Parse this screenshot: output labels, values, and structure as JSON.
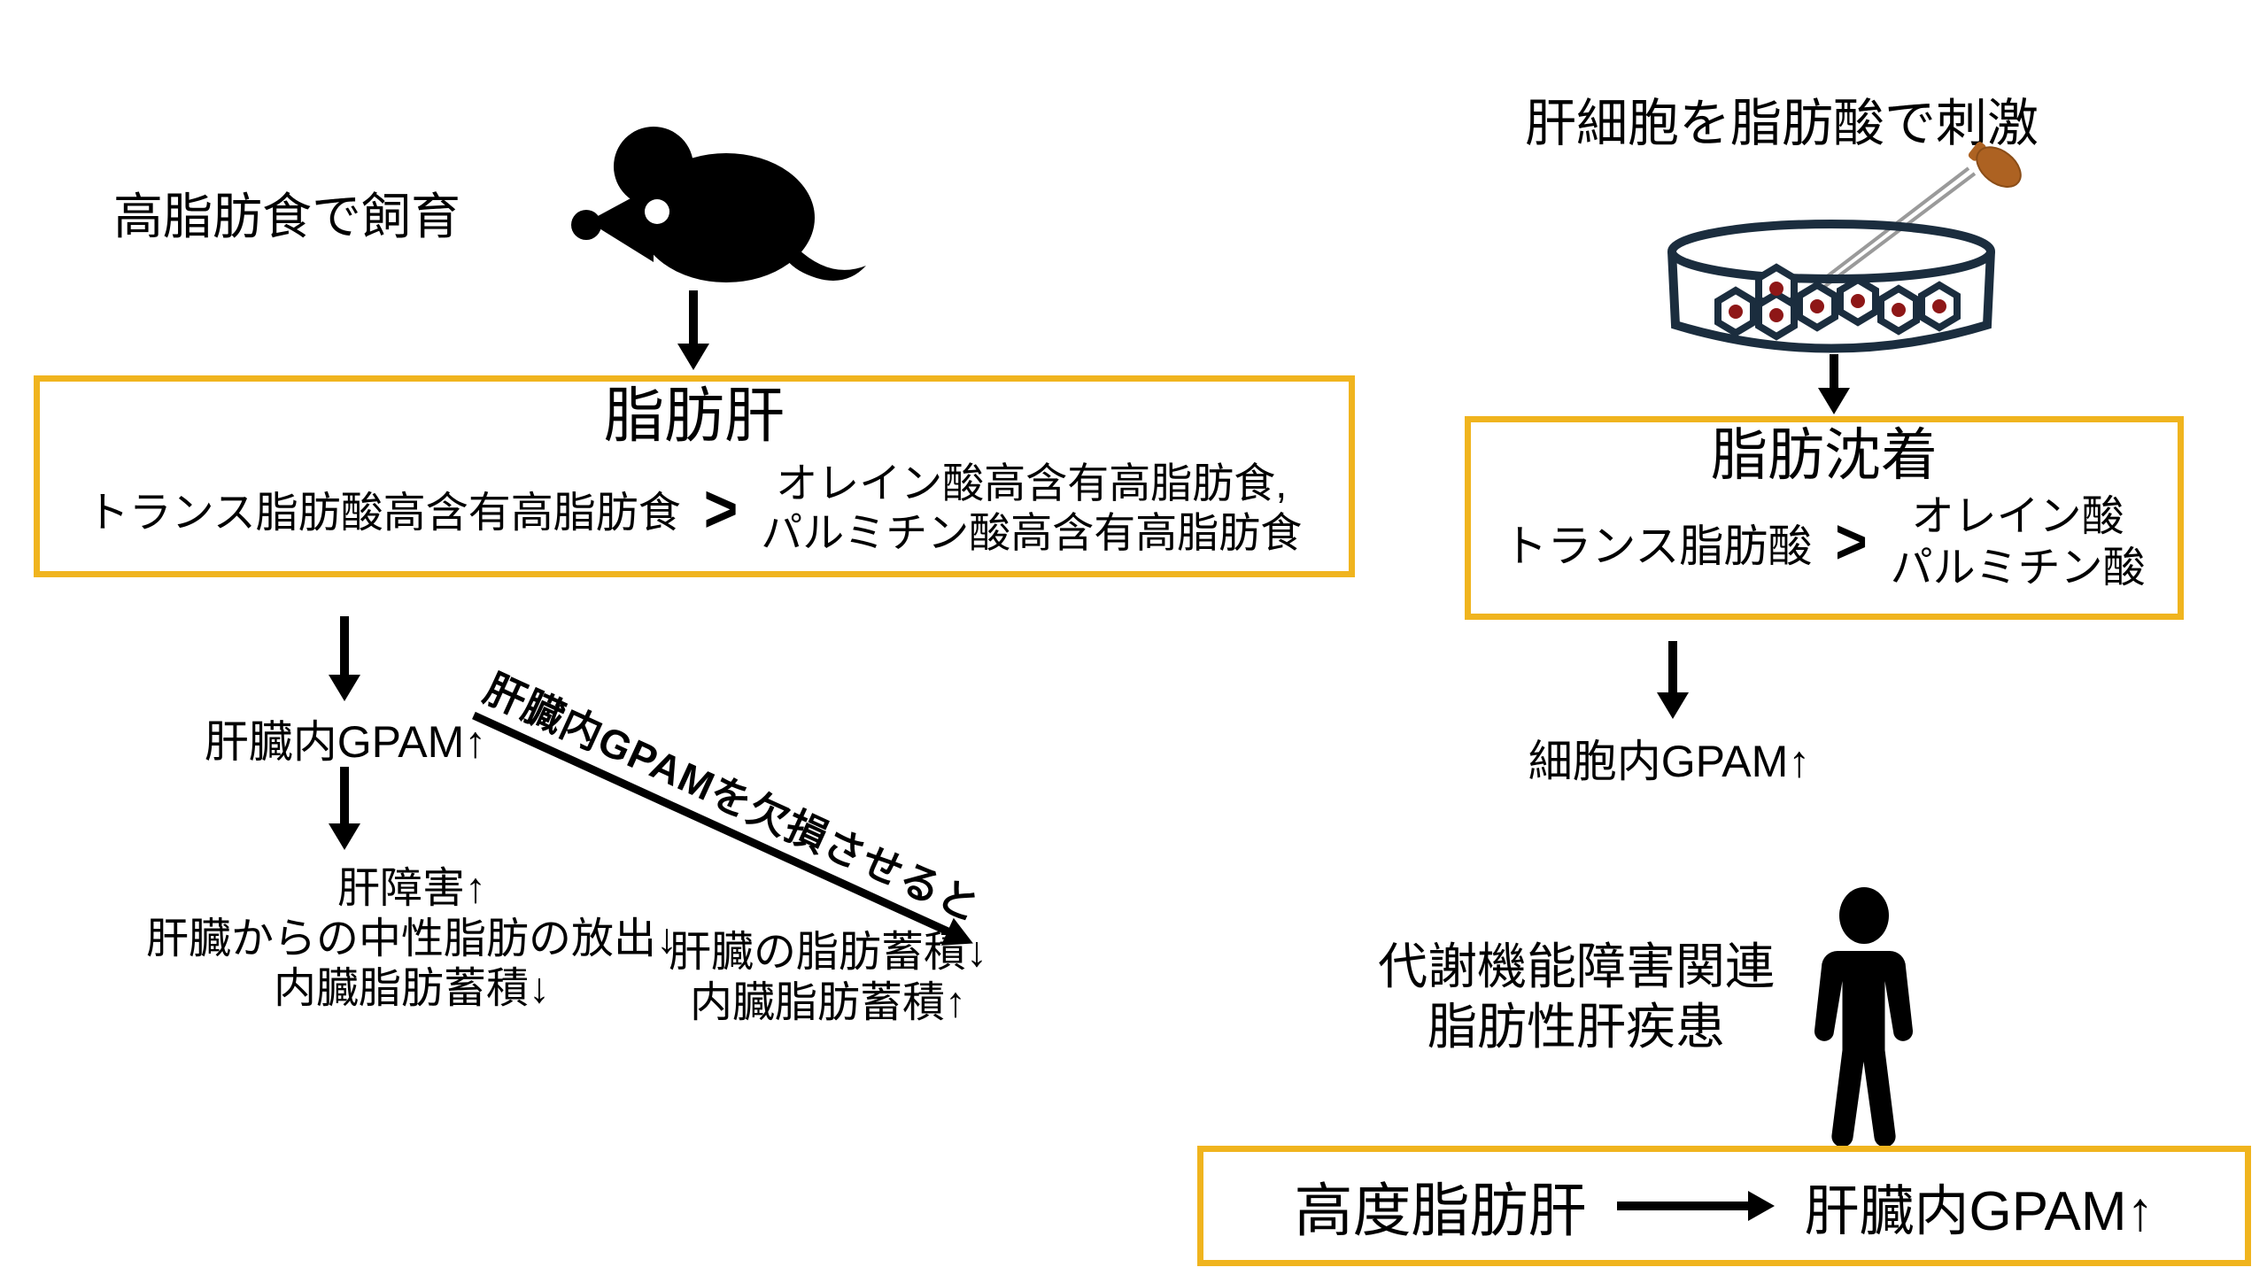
{
  "colors": {
    "accent_yellow": "#F0B41E",
    "text_black": "#000000",
    "dish_navy": "#1B2D3E",
    "cell_dot_red": "#8E1717",
    "dropper_brown": "#AD6222",
    "dropper_stem_gray": "#9A9A9A"
  },
  "left_flow": {
    "feeding_label": "高脂肪食で飼育",
    "fatty_liver_box": {
      "title": "脂肪肝",
      "left_item": "トランス脂肪酸高含有高脂肪食",
      "comparator": ">",
      "right_item_line1": "オレイン酸高含有高脂肪食,",
      "right_item_line2": "パルミチン酸高含有高脂肪食"
    },
    "gpam_up": "肝臓内GPAM↑",
    "outcomes": [
      "肝障害↑",
      "肝臓からの中性脂肪の放出↓",
      "内臓脂肪蓄積↓"
    ],
    "knockout_arrow_label": "肝臓内GPAMを欠損させると",
    "knockout_outcomes": [
      "肝臓の脂肪蓄積↓",
      "内臓脂肪蓄積↑"
    ]
  },
  "right_flow": {
    "stimulation_label": "肝細胞を脂肪酸で刺激",
    "fat_deposition_box": {
      "title": "脂肪沈着",
      "left_item": "トランス脂肪酸",
      "comparator": ">",
      "right_item_line1": "オレイン酸",
      "right_item_line2": "パルミチン酸"
    },
    "cell_gpam_up": "細胞内GPAM↑",
    "masld_label_line1": "代謝機能障害関連",
    "masld_label_line2": "脂肪性肝疾患",
    "severe_box": {
      "left": "高度脂肪肝",
      "right": "肝臓内GPAM↑"
    }
  }
}
